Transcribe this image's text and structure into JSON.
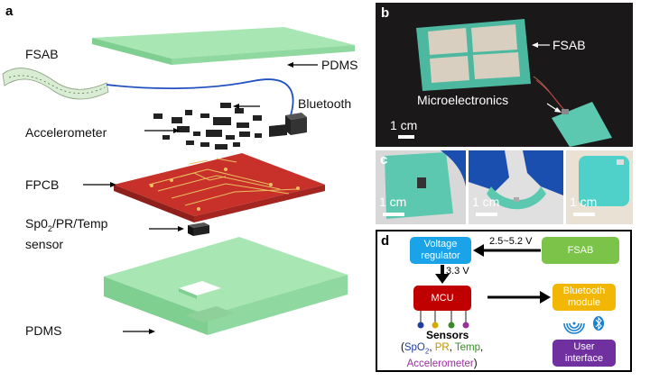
{
  "panel_a": {
    "letter": "a",
    "labels": {
      "fsab": "FSAB",
      "pdms_top": "PDMS",
      "bluetooth": "Bluetooth",
      "accelerometer": "Accelerometer",
      "fpcb": "FPCB",
      "sensor_line1": "Sp0",
      "sensor_sub": "2",
      "sensor_line1_rest": "/PR/Temp",
      "sensor_line2": "sensor",
      "pdms_bottom": "PDMS"
    }
  },
  "panel_b": {
    "letter": "b",
    "fsab": "FSAB",
    "microelectronics": "Microelectronics",
    "scale": "1 cm"
  },
  "panel_c": {
    "letter": "c",
    "scale1": "1 cm",
    "scale2": "1 cm",
    "scale3": "1 cm"
  },
  "panel_d": {
    "letter": "d",
    "voltage_regulator": "Voltage regulator",
    "fsab": "FSAB",
    "range": "2.5~5.2 V",
    "v33": "3.3 V",
    "mcu": "MCU",
    "bluetooth_module": "Bluetooth module",
    "user_interface": "User interface",
    "sensors_title": "Sensors",
    "sensors_open": "(",
    "spo2": "SpO",
    "spo2_sub": "2",
    "comma1": ", ",
    "pr": "PR",
    "comma2": ", ",
    "temp": "Temp",
    "comma3": ",",
    "accelerometer": "Accelerometer",
    "sensors_close": ")",
    "colors": {
      "voltage_regulator": "#1aa3e8",
      "fsab": "#7cc34a",
      "mcu": "#c00000",
      "bluetooth_module": "#f2b705",
      "user_interface": "#7030a0",
      "spo2": "#1f3fa0",
      "pr": "#c09000",
      "temp": "#3a8a2a",
      "accelerometer": "#9a2fa0"
    }
  }
}
